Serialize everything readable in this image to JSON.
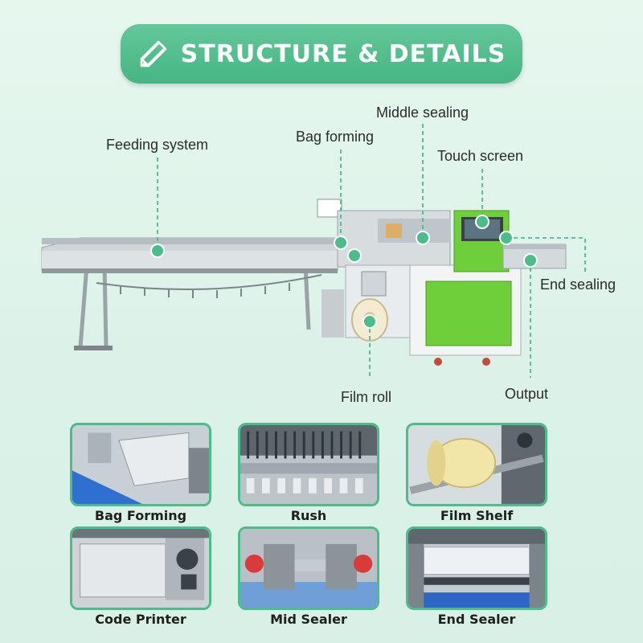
{
  "header": {
    "title": "STRUCTURE & DETAILS",
    "icon": "ruler-pencil-icon"
  },
  "machine_labels": {
    "feeding_system": "Feeding system",
    "bag_forming": "Bag forming",
    "middle_sealing": "Middle sealing",
    "touch_screen": "Touch screen",
    "end_sealing": "End sealing",
    "film_roll": "Film roll",
    "output": "Output"
  },
  "details": [
    {
      "caption": "Bag Forming"
    },
    {
      "caption": "Rush"
    },
    {
      "caption": "Film Shelf"
    },
    {
      "caption": "Code Printer"
    },
    {
      "caption": "Mid Sealer"
    },
    {
      "caption": "End Sealer"
    }
  ],
  "colors": {
    "accent": "#4bbd8b",
    "machine_green": "#6fcf3a",
    "steel": "#c9cfd3"
  }
}
